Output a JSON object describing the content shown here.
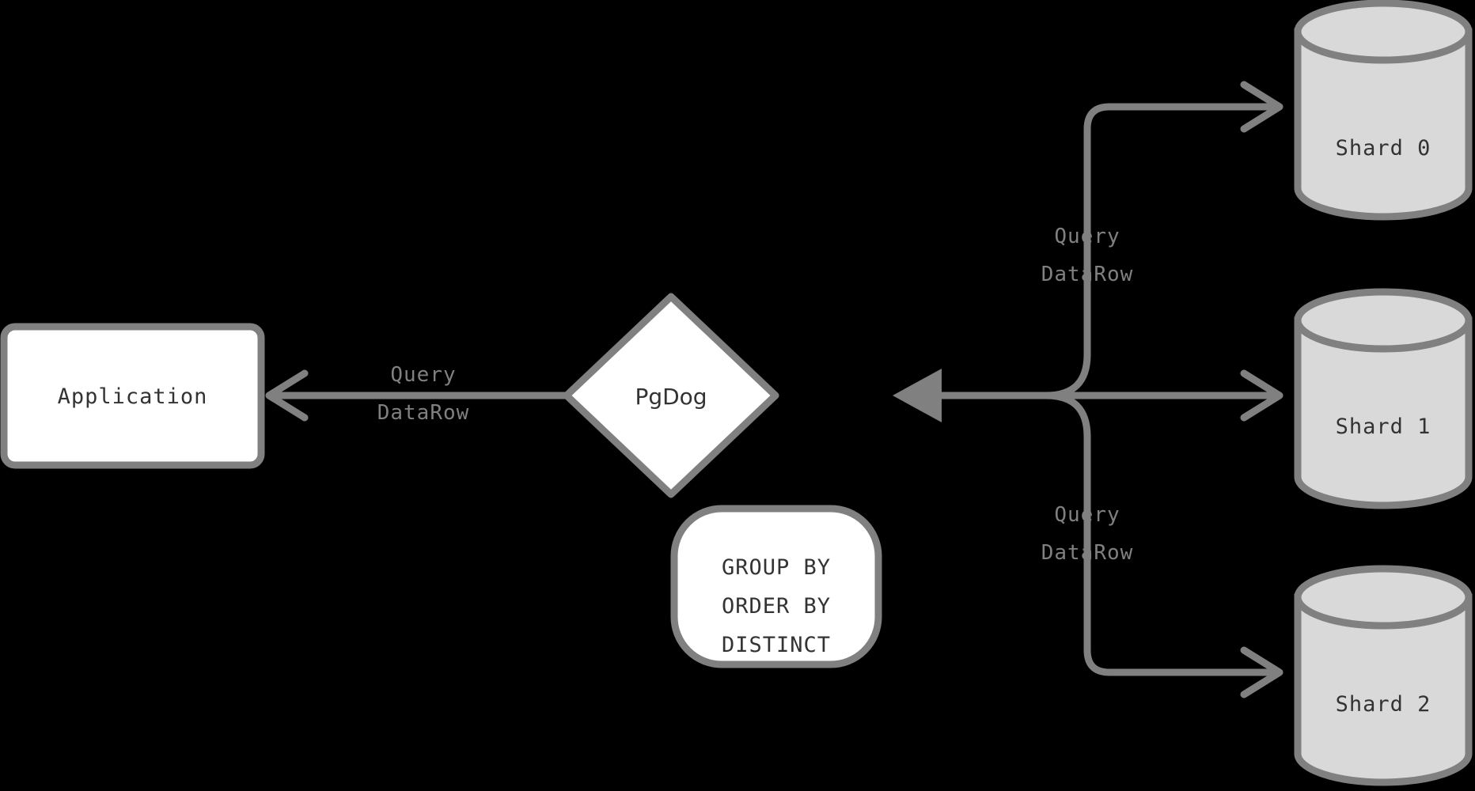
{
  "diagram": {
    "title": "PgDog cross-shard query aggregation",
    "background_color": "#000000",
    "stroke_color": "#808080",
    "node_text_color": "#333333",
    "edge_text_color": "#808080",
    "shape_fill_white": "#ffffff",
    "shape_fill_gray": "#d9d9d9"
  },
  "nodes": {
    "application": {
      "label": "Application",
      "shape": "rounded-rect",
      "fill": "#ffffff"
    },
    "pgdog": {
      "label": "PgDog",
      "shape": "diamond",
      "fill": "#ffffff"
    },
    "operations": {
      "shape": "rounded-rect",
      "fill": "#ffffff",
      "lines": [
        "GROUP BY",
        "ORDER BY",
        "DISTINCT"
      ]
    },
    "shard0": {
      "label": "Shard 0",
      "shape": "cylinder",
      "fill": "#d9d9d9"
    },
    "shard1": {
      "label": "Shard 1",
      "shape": "cylinder",
      "fill": "#d9d9d9"
    },
    "shard2": {
      "label": "Shard 2",
      "shape": "cylinder",
      "fill": "#d9d9d9"
    }
  },
  "edge_labels": {
    "app_pgdog": {
      "lines": [
        "Query",
        "DataRow"
      ]
    },
    "shards_top": {
      "lines": [
        "Query",
        "DataRow"
      ]
    },
    "shards_bottom": {
      "lines": [
        "Query",
        "DataRow"
      ]
    }
  }
}
